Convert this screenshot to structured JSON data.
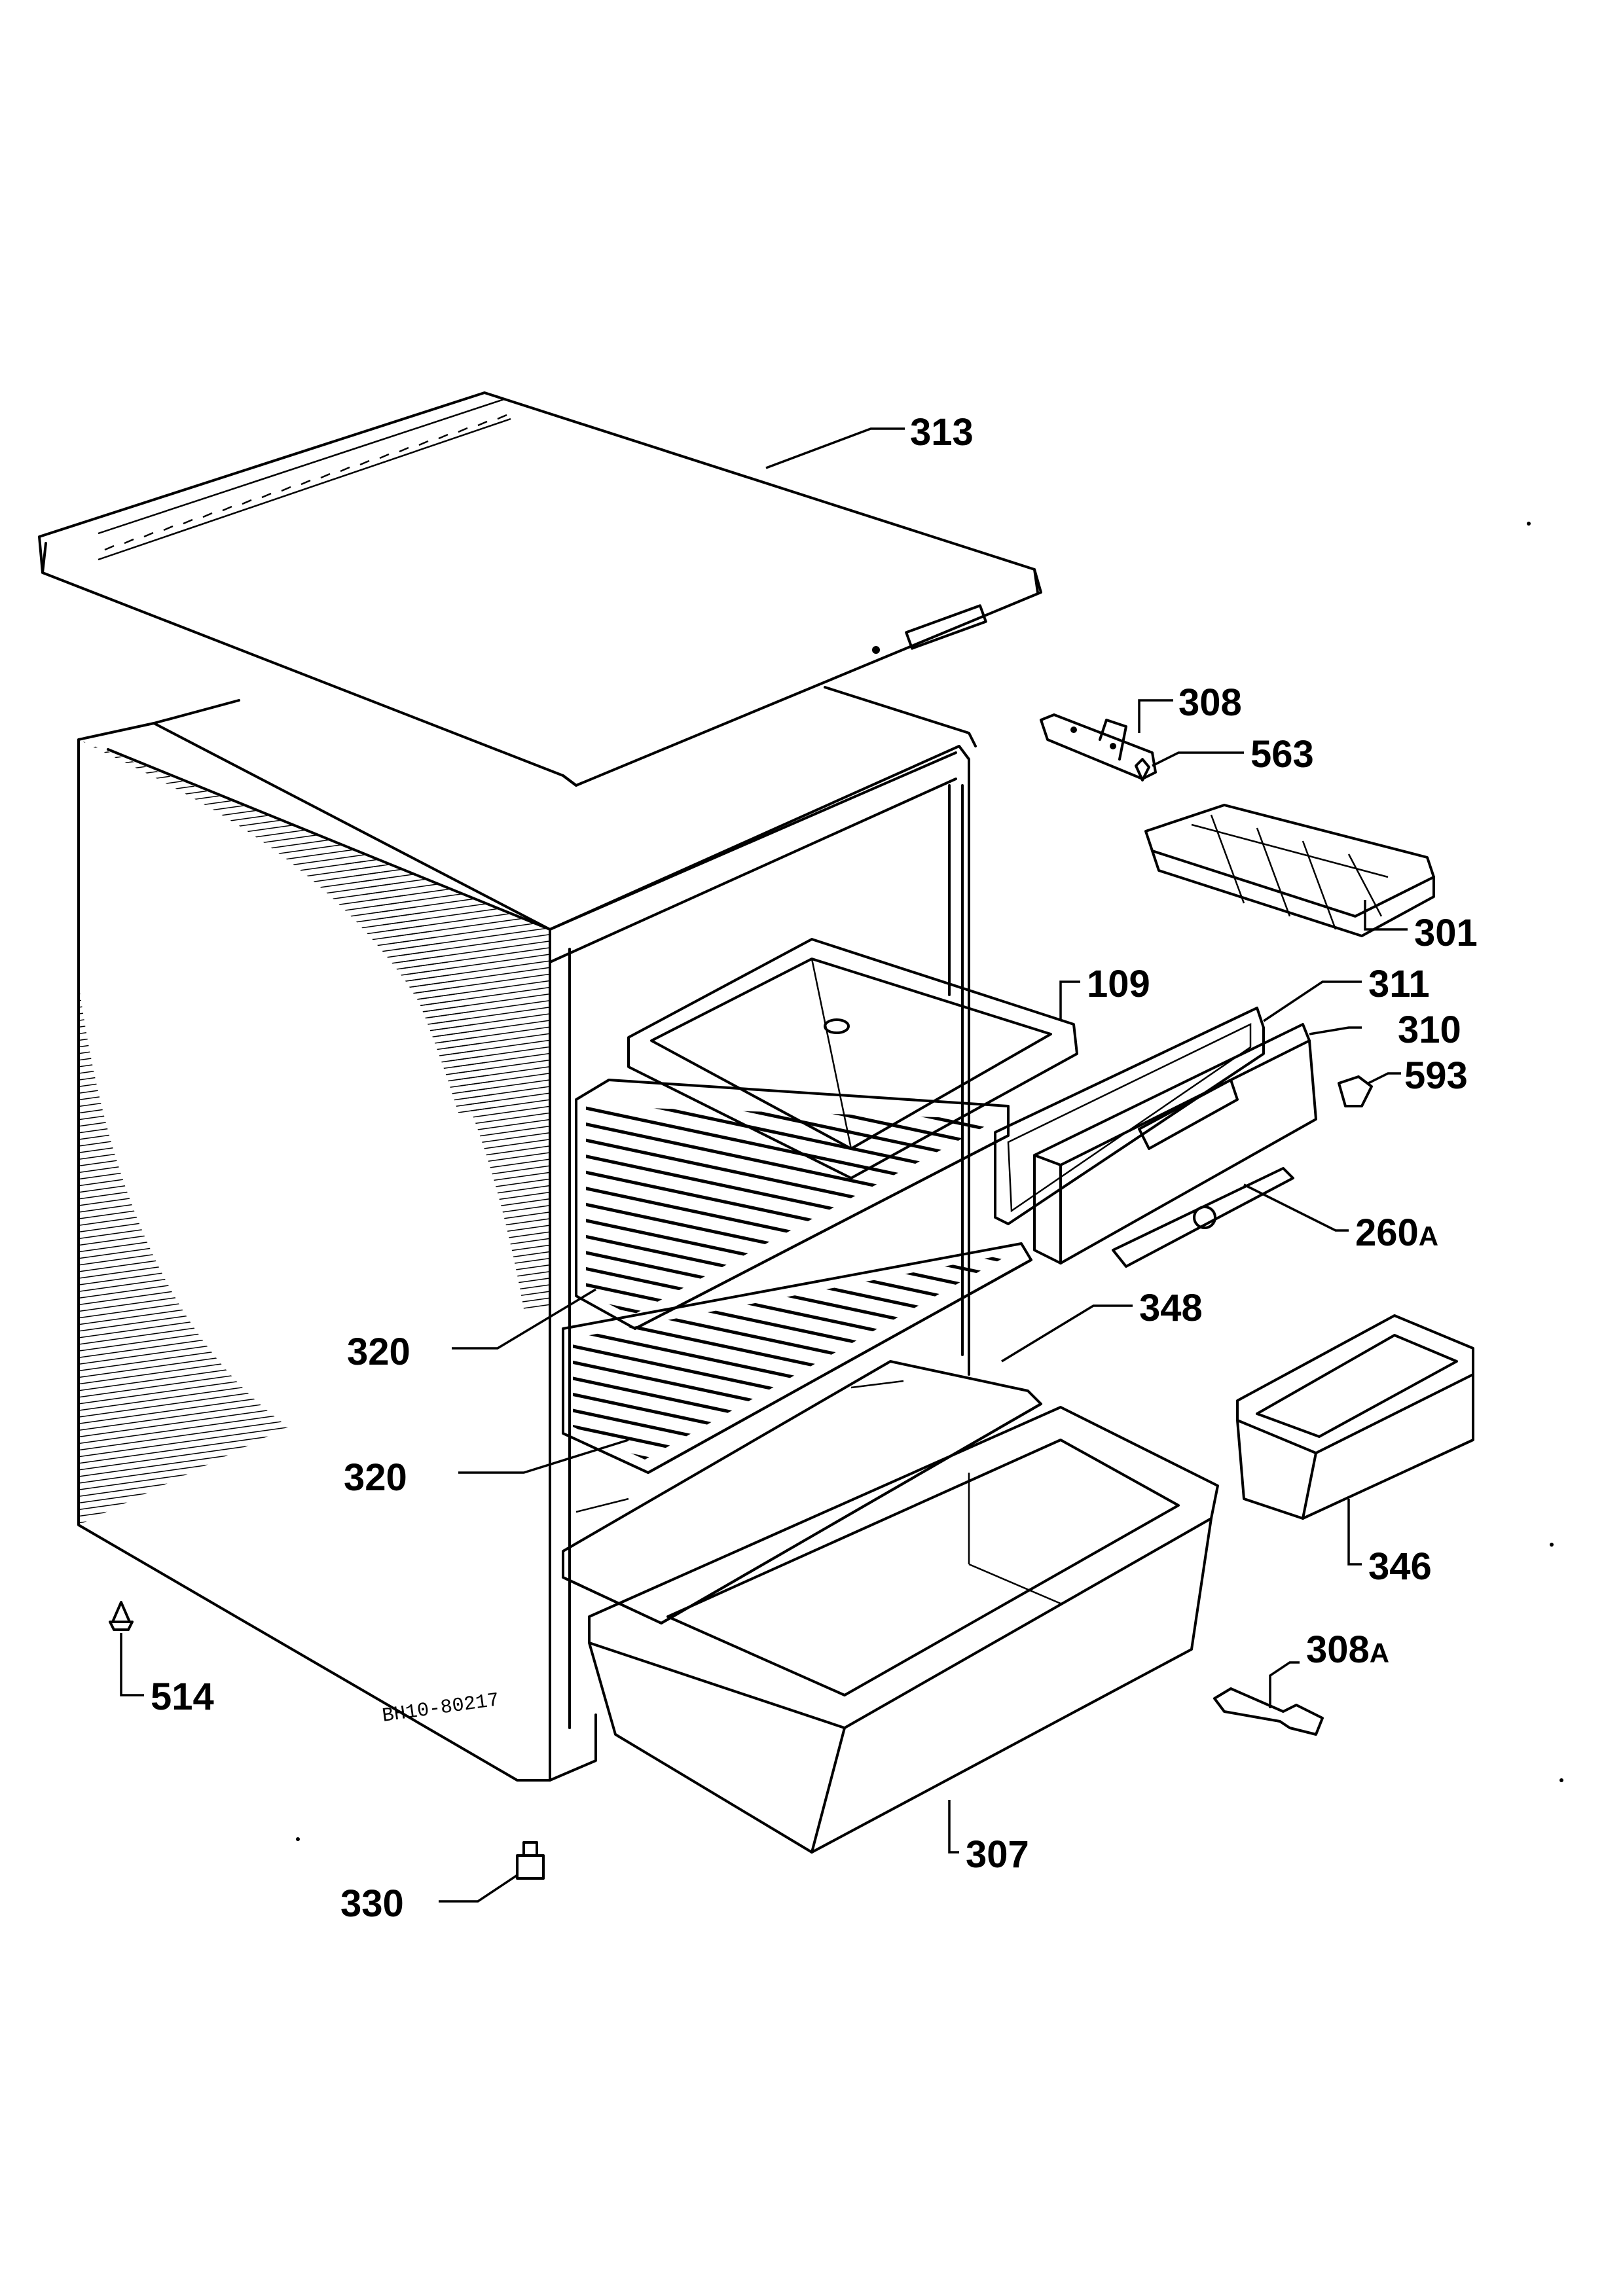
{
  "labels": {
    "p313": "313",
    "p308": "308",
    "p563": "563",
    "p301": "301",
    "p109": "109",
    "p311": "311",
    "p310": "310",
    "p593": "593",
    "p260a_num": "260",
    "p260a_suffix": "A",
    "p348": "348",
    "p320_upper": "320",
    "p320_lower": "320",
    "p346": "346",
    "p308a_num": "308",
    "p308a_suffix": "A",
    "p514": "514",
    "p307": "307",
    "p330": "330"
  },
  "stamp_text": "BH10-80217"
}
